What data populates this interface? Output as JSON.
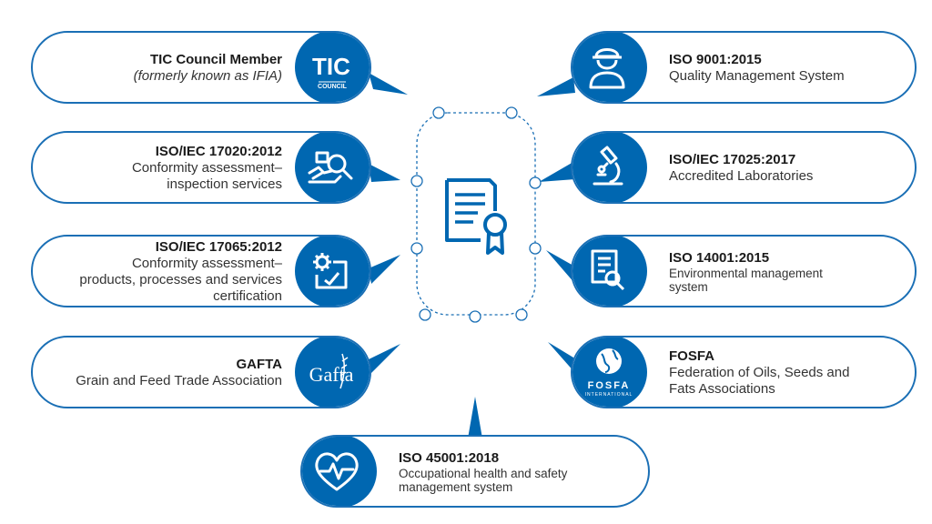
{
  "colors": {
    "accent": "#0067b1",
    "border": "#1a6fb5",
    "text": "#222222"
  },
  "center": {
    "icon": "certificate-icon"
  },
  "left_items": [
    {
      "title": "TIC Council Member",
      "desc_lines": [
        "(formerly known as IFIA)"
      ],
      "icon": "tic-council-logo",
      "logo_text": "TIC",
      "logo_sub": "COUNCIL"
    },
    {
      "title": "ISO/IEC 17020:2012",
      "desc_lines": [
        "Conformity assessment–",
        "inspection services"
      ],
      "icon": "inspection-magnifier-icon"
    },
    {
      "title": "ISO/IEC 17065:2012",
      "desc_lines": [
        "Conformity assessment–",
        "products, processes and services",
        "certification"
      ],
      "icon": "gear-document-icon"
    },
    {
      "title": "GAFTA",
      "desc_lines": [
        "Grain and Feed Trade Association"
      ],
      "icon": "gafta-logo",
      "logo_text": "Gafta"
    }
  ],
  "right_items": [
    {
      "title": "ISO 9001:2015",
      "desc_lines": [
        "Quality Management System"
      ],
      "icon": "worker-helmet-icon"
    },
    {
      "title": "ISO/IEC 17025:2017",
      "desc_lines": [
        "Accredited Laboratories"
      ],
      "icon": "microscope-icon"
    },
    {
      "title": "ISO 14001:2015",
      "desc_lines": [
        "Environmental management",
        "system"
      ],
      "icon": "report-magnifier-icon"
    },
    {
      "title": "FOSFA",
      "desc_lines": [
        "Federation of Oils, Seeds and",
        "Fats Associations"
      ],
      "icon": "fosfa-globe-logo",
      "logo_text": "FOSFA",
      "logo_sub": "INTERNATIONAL"
    }
  ],
  "bottom_item": {
    "title": "ISO 45001:2018",
    "desc_lines": [
      "Occupational health and safety",
      "management system"
    ],
    "icon": "heart-pulse-icon"
  }
}
